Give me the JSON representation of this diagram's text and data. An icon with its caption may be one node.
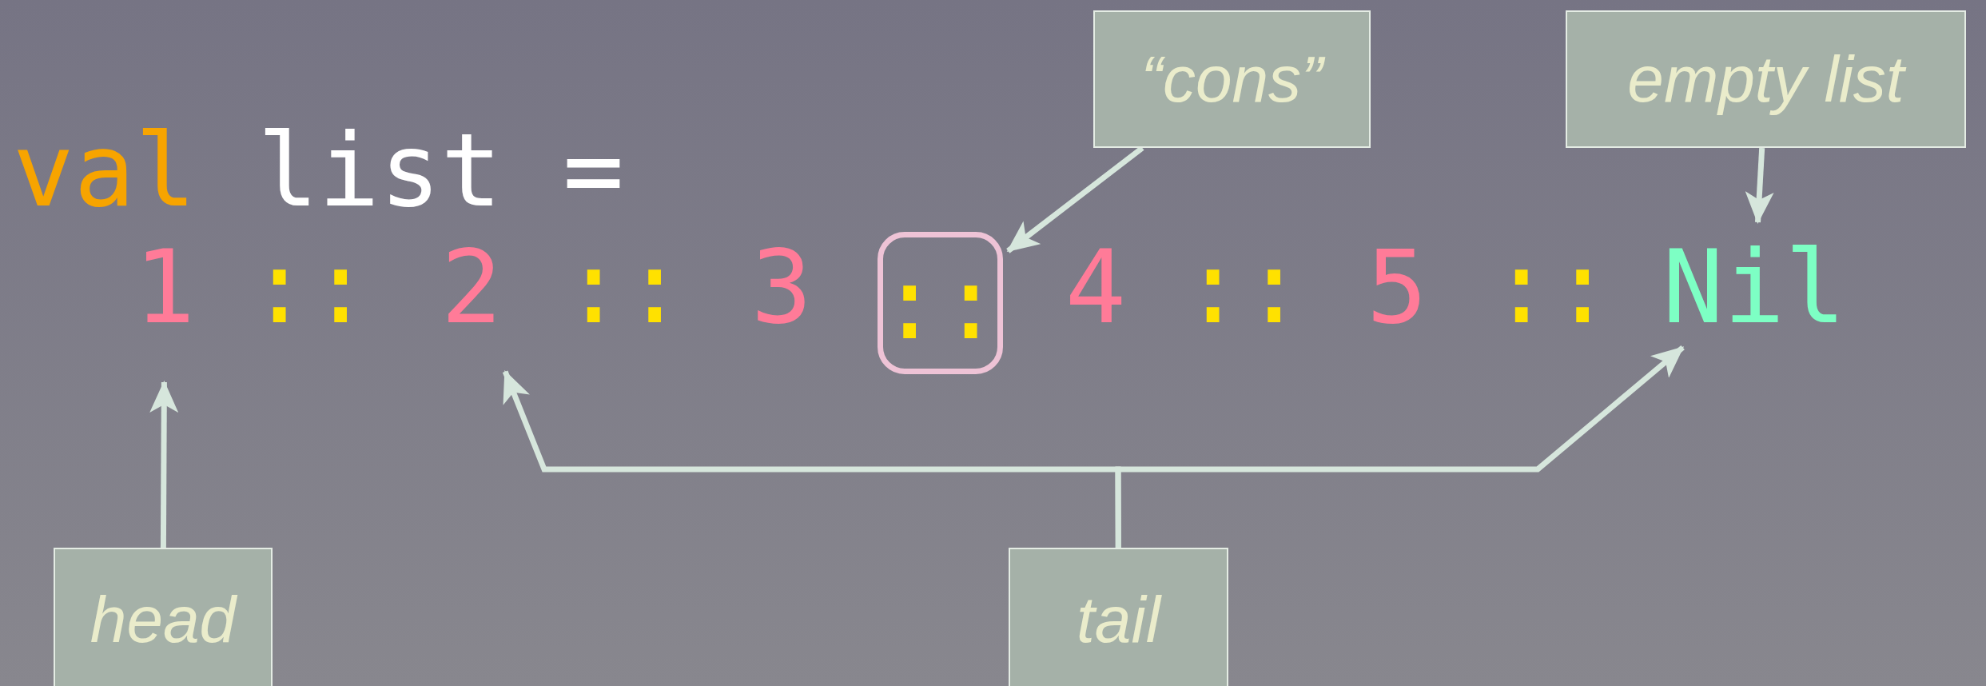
{
  "diagram": {
    "nodes": [
      {
        "text": [
          "“cons”"
        ]
      },
      {
        "text": [
          "empty list"
        ]
      },
      {
        "text": [
          "1"
        ]
      },
      {
        "text": [
          "2"
        ]
      },
      {
        "text": [
          "::"
        ]
      },
      {
        "text": [
          "Nil"
        ]
      },
      {
        "text": [
          "head"
        ]
      },
      {
        "text": [
          "tail"
        ]
      }
    ],
    "edges": [
      {
        "from": 0,
        "to": 4,
        "arrow": "to"
      },
      {
        "from": 1,
        "to": 5,
        "arrow": "to"
      },
      {
        "from": 6,
        "to": 2,
        "arrow": "to"
      },
      {
        "from": 7,
        "to": 3,
        "arrow": "to"
      },
      {
        "from": 7,
        "to": 5,
        "arrow": "to"
      }
    ],
    "labels": [
      "val",
      "list =",
      "::",
      "::",
      "3",
      "4",
      "::",
      "5",
      "::"
    ]
  }
}
